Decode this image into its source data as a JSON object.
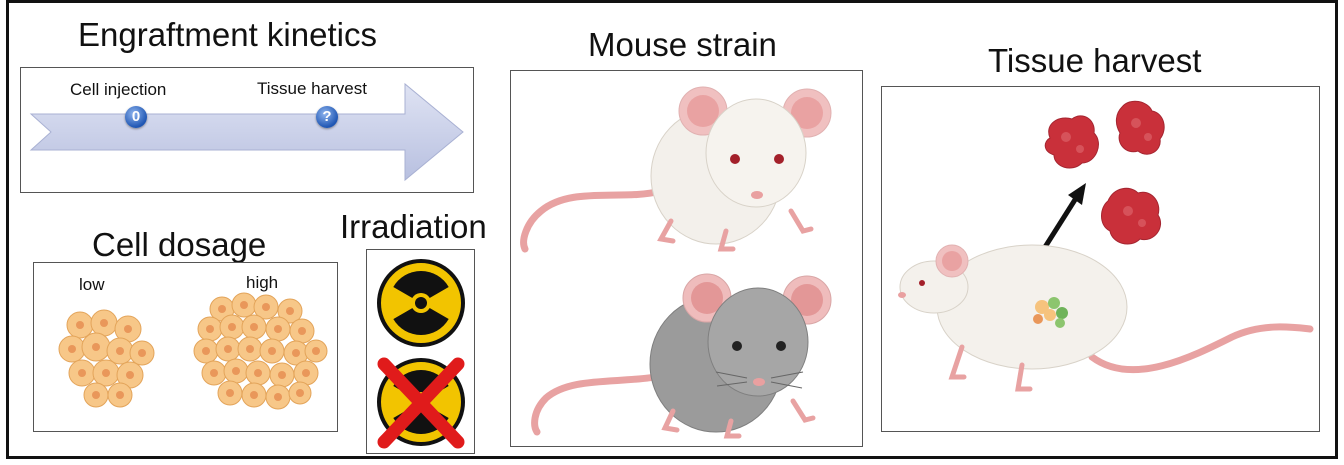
{
  "engraftment": {
    "title": "Engraftment kinetics",
    "cell_injection_label": "Cell injection",
    "cell_injection_marker": "0",
    "tissue_harvest_label": "Tissue harvest",
    "tissue_harvest_marker": "?"
  },
  "cell_dosage": {
    "title": "Cell dosage",
    "low_label": "low",
    "high_label": "high"
  },
  "irradiation": {
    "title": "Irradiation"
  },
  "mouse_strain": {
    "title": "Mouse strain",
    "strains": [
      "white-mouse",
      "grey-mouse"
    ]
  },
  "tissue_harvest": {
    "title": "Tissue harvest"
  },
  "colors": {
    "arrow": "#c7cde8",
    "marker": "#1f56b3",
    "cell": "#f6c37d",
    "radiation_yellow": "#f2c400",
    "cross_red": "#e01b1b",
    "tissue_red": "#c9303a"
  }
}
